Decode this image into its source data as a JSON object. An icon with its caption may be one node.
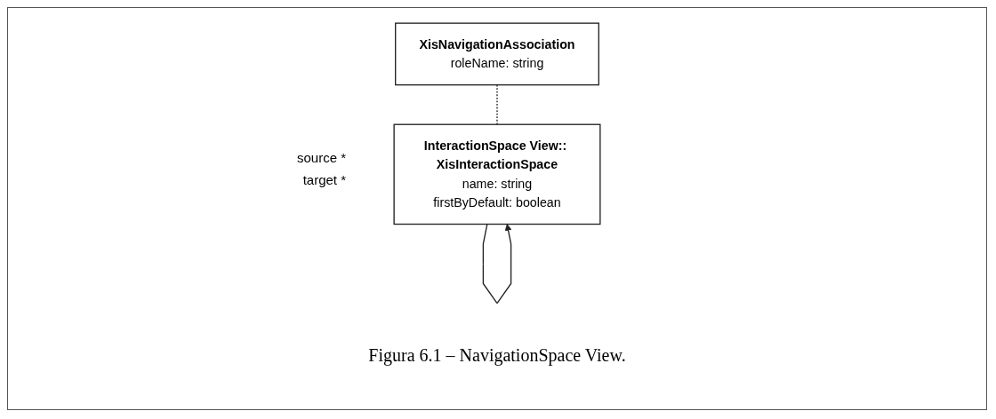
{
  "diagram": {
    "caption": "Figura 6.1 – NavigationSpace View.",
    "nodes": [
      {
        "text": [
          "XisNavigationAssociation",
          "roleName: string"
        ]
      },
      {
        "text": [
          "InteractionSpace View:: XisInteractionSpace",
          "name: string",
          "firstByDefault: boolean"
        ]
      }
    ],
    "edges": [
      {
        "from": 0,
        "to": 1,
        "arrow": "none",
        "style": "dashed"
      },
      {
        "from": 1,
        "to": 1,
        "arrow": "to"
      }
    ],
    "labels": [
      "source *",
      "target *"
    ]
  }
}
